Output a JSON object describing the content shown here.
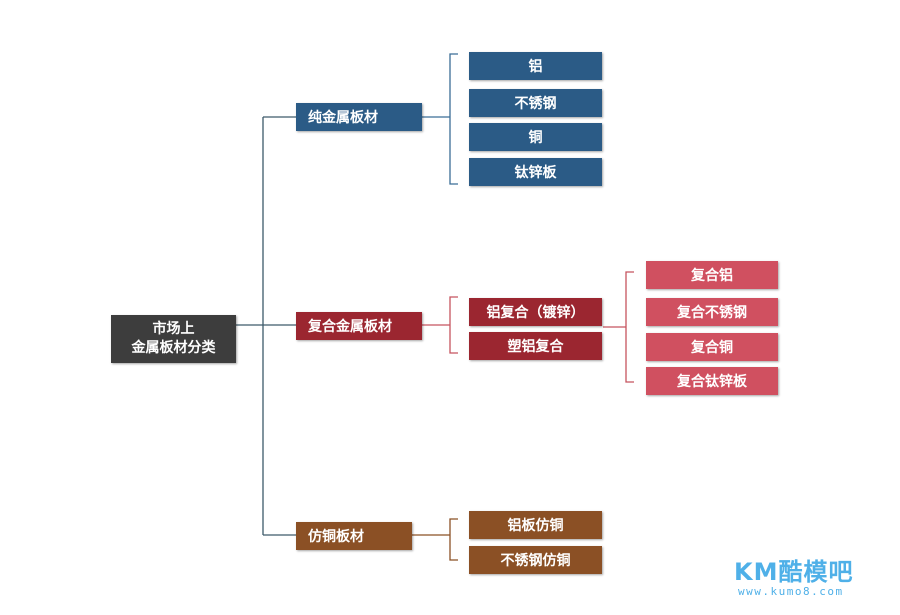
{
  "colors": {
    "root": "#3d3d3d",
    "blue": "#2b5b86",
    "blue_line": "#3b6d96",
    "red_dark": "#9b2630",
    "red_light": "#d05060",
    "red_line": "#c5545f",
    "brown": "#8b5025",
    "brown_line": "#8b5025",
    "trunk_line": "#3d5a6a",
    "watermark": "#4fb0e8"
  },
  "root": {
    "line1": "市场上",
    "line2": "金属板材分类"
  },
  "branches": {
    "pure": {
      "label": "纯金属板材",
      "items": [
        "铝",
        "不锈钢",
        "铜",
        "钛锌板"
      ]
    },
    "composite": {
      "label": "复合金属板材",
      "items": [
        "铝复合（镀锌）",
        "塑铝复合"
      ],
      "sub_items": [
        "复合铝",
        "复合不锈钢",
        "复合铜",
        "复合钛锌板"
      ]
    },
    "copper_like": {
      "label": "仿铜板材",
      "items": [
        "铝板仿铜",
        "不锈钢仿铜"
      ]
    }
  },
  "watermark": {
    "brand": "KM酷模吧",
    "url": "www.kumo8.com"
  }
}
